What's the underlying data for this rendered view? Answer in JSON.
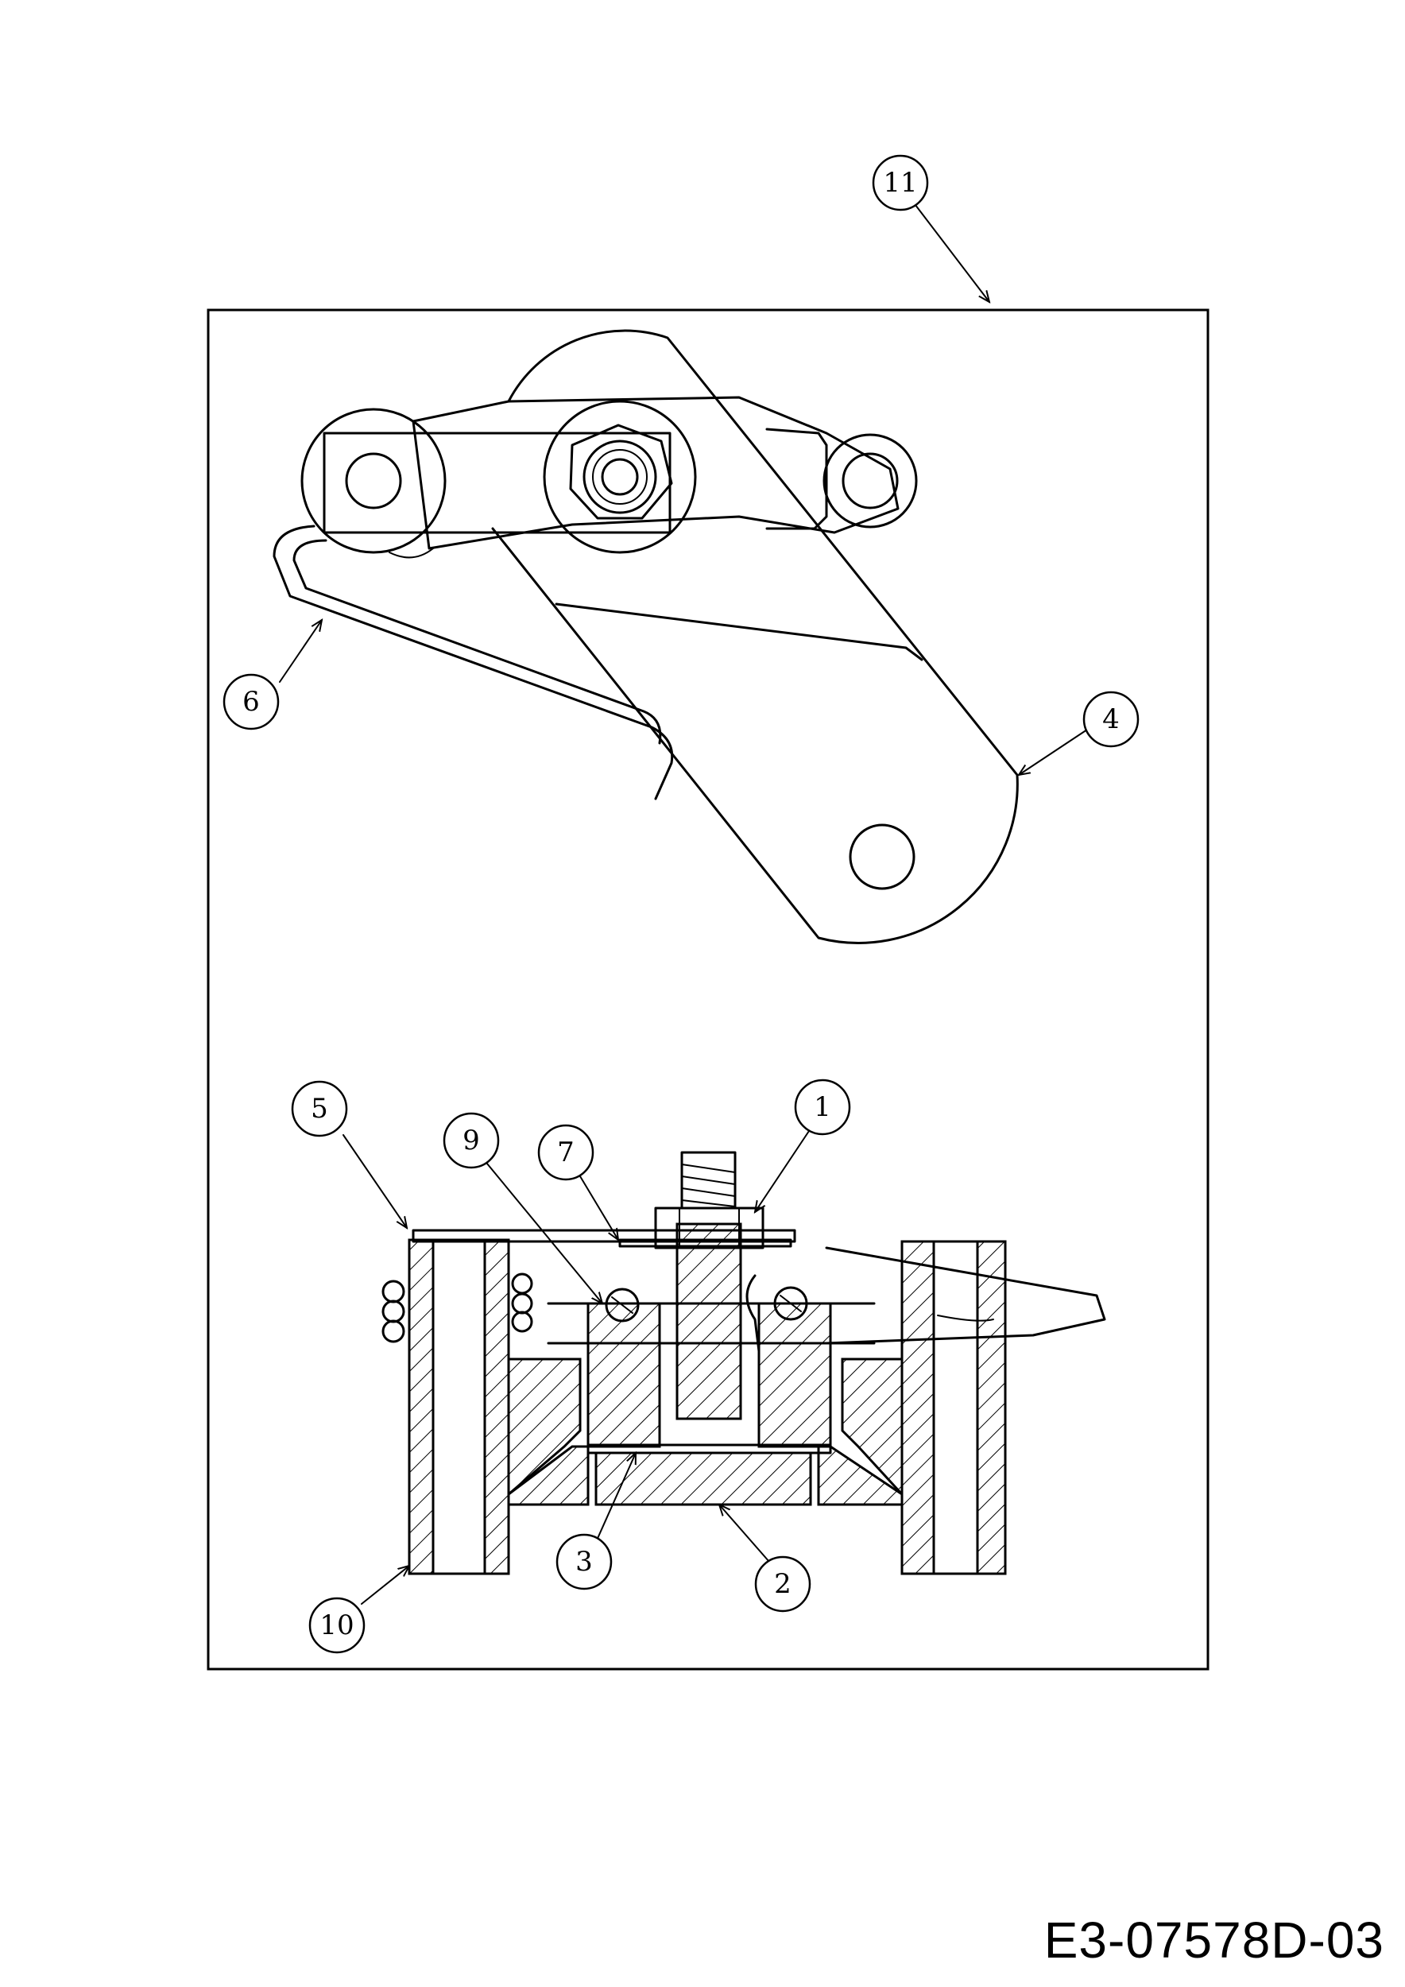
{
  "drawing_code": "E3-07578D-03",
  "callouts": [
    {
      "id": "11",
      "label": "11"
    },
    {
      "id": "6",
      "label": "6"
    },
    {
      "id": "4",
      "label": "4"
    },
    {
      "id": "5",
      "label": "5"
    },
    {
      "id": "9",
      "label": "9"
    },
    {
      "id": "7",
      "label": "7"
    },
    {
      "id": "1",
      "label": "1"
    },
    {
      "id": "3",
      "label": "3"
    },
    {
      "id": "2",
      "label": "2"
    },
    {
      "id": "10",
      "label": "10"
    }
  ]
}
